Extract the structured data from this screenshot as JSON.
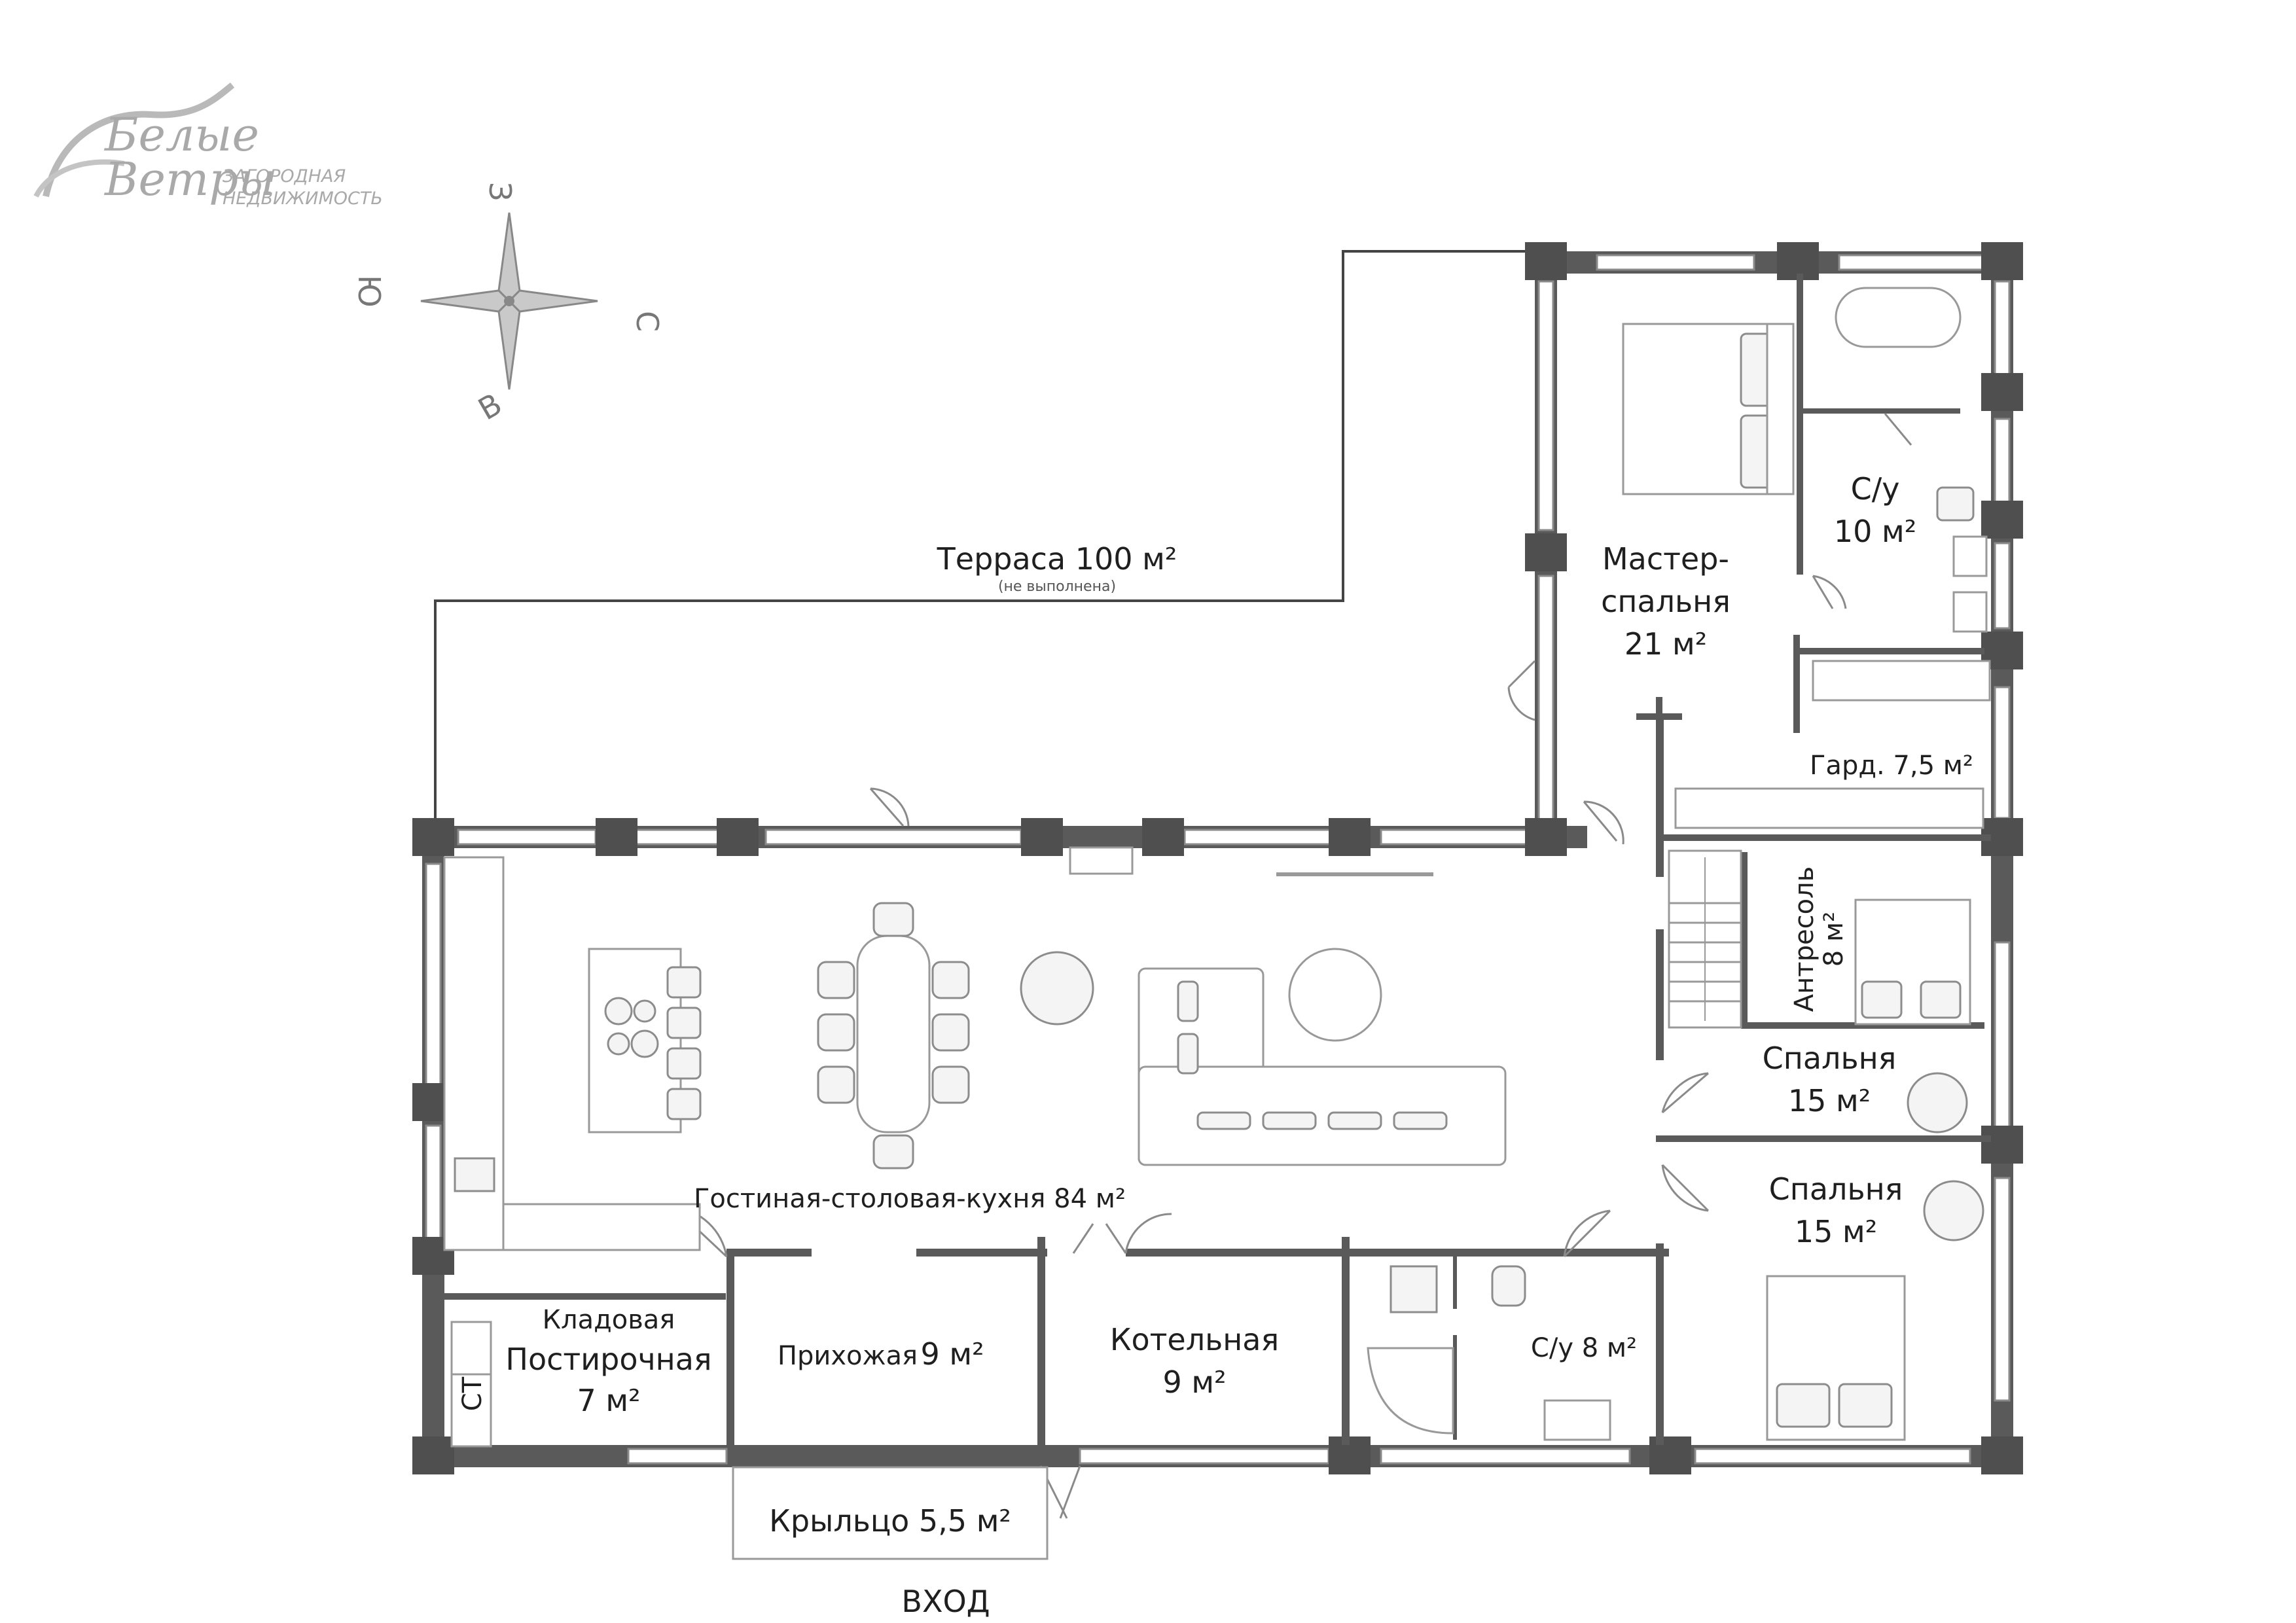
{
  "logo": {
    "text_main_1": "Белые",
    "text_main_2": "Ветры",
    "subtitle_1": "ЗАГОРОДНАЯ",
    "subtitle_2": "НЕДВИЖИМОСТЬ"
  },
  "compass": {
    "north": "С",
    "south": "Ю",
    "west": "З",
    "east": "В"
  },
  "rooms": {
    "terrace": {
      "name": "Терраса 100 м²",
      "note": "(не выполнена)"
    },
    "master_bedroom": {
      "line1": "Мастер-",
      "line2": "спальня",
      "area": "21 м²"
    },
    "master_bath": {
      "name": "С/у",
      "area": "10 м²"
    },
    "wardrobe": {
      "name": "Гард. 7,5 м²"
    },
    "mezzanine": {
      "name": "Антресоль",
      "area": "8 м²"
    },
    "bedroom_1": {
      "name": "Спальня",
      "area": "15 м²"
    },
    "bedroom_2": {
      "name": "Спальня",
      "area": "15 м²"
    },
    "living": {
      "name": "Гостиная-столовая-кухня 84 м²"
    },
    "pantry": {
      "name": "Кладовая"
    },
    "laundry": {
      "name": "Постирочная",
      "area": "7 м²"
    },
    "laundry_tag": {
      "name": "СТ"
    },
    "hall": {
      "name": "Прихожая",
      "area": "9 м²"
    },
    "boiler": {
      "name": "Котельная",
      "area": "9 м²"
    },
    "bath_2": {
      "name": "С/у 8 м²"
    },
    "porch": {
      "name": "Крыльцо 5,5 м²"
    }
  },
  "entrance": {
    "label": "ВХОД"
  }
}
